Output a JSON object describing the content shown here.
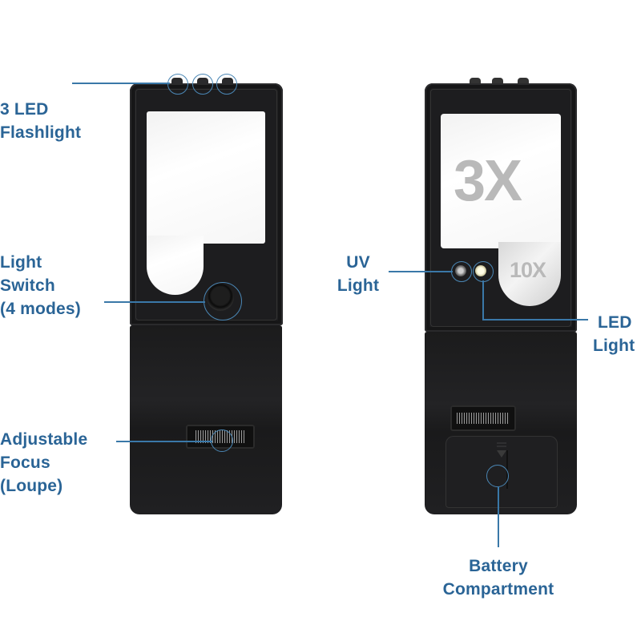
{
  "image": {
    "description": "Pocket magnifier with LED lights, front and back views with feature callouts",
    "background": "#ffffff",
    "accent_color": "#2a6496",
    "callout_line_color": "#3a78a8"
  },
  "left_device": {
    "callouts": [
      {
        "id": "flashlight",
        "lines": [
          "3 LED",
          "Flashlight"
        ]
      },
      {
        "id": "light-switch",
        "lines": [
          "Light",
          "Switch",
          "(4 modes)"
        ]
      },
      {
        "id": "focus",
        "lines": [
          "Adjustable",
          "Focus",
          "(Loupe)"
        ]
      }
    ]
  },
  "right_device": {
    "lens_labels": {
      "main": "3X",
      "secondary": "10X"
    },
    "callouts": [
      {
        "id": "uv-light",
        "lines": [
          "UV",
          "Light"
        ]
      },
      {
        "id": "led-light",
        "lines": [
          "LED",
          "Light"
        ]
      },
      {
        "id": "battery",
        "lines": [
          "Battery",
          "Compartment"
        ]
      }
    ]
  }
}
